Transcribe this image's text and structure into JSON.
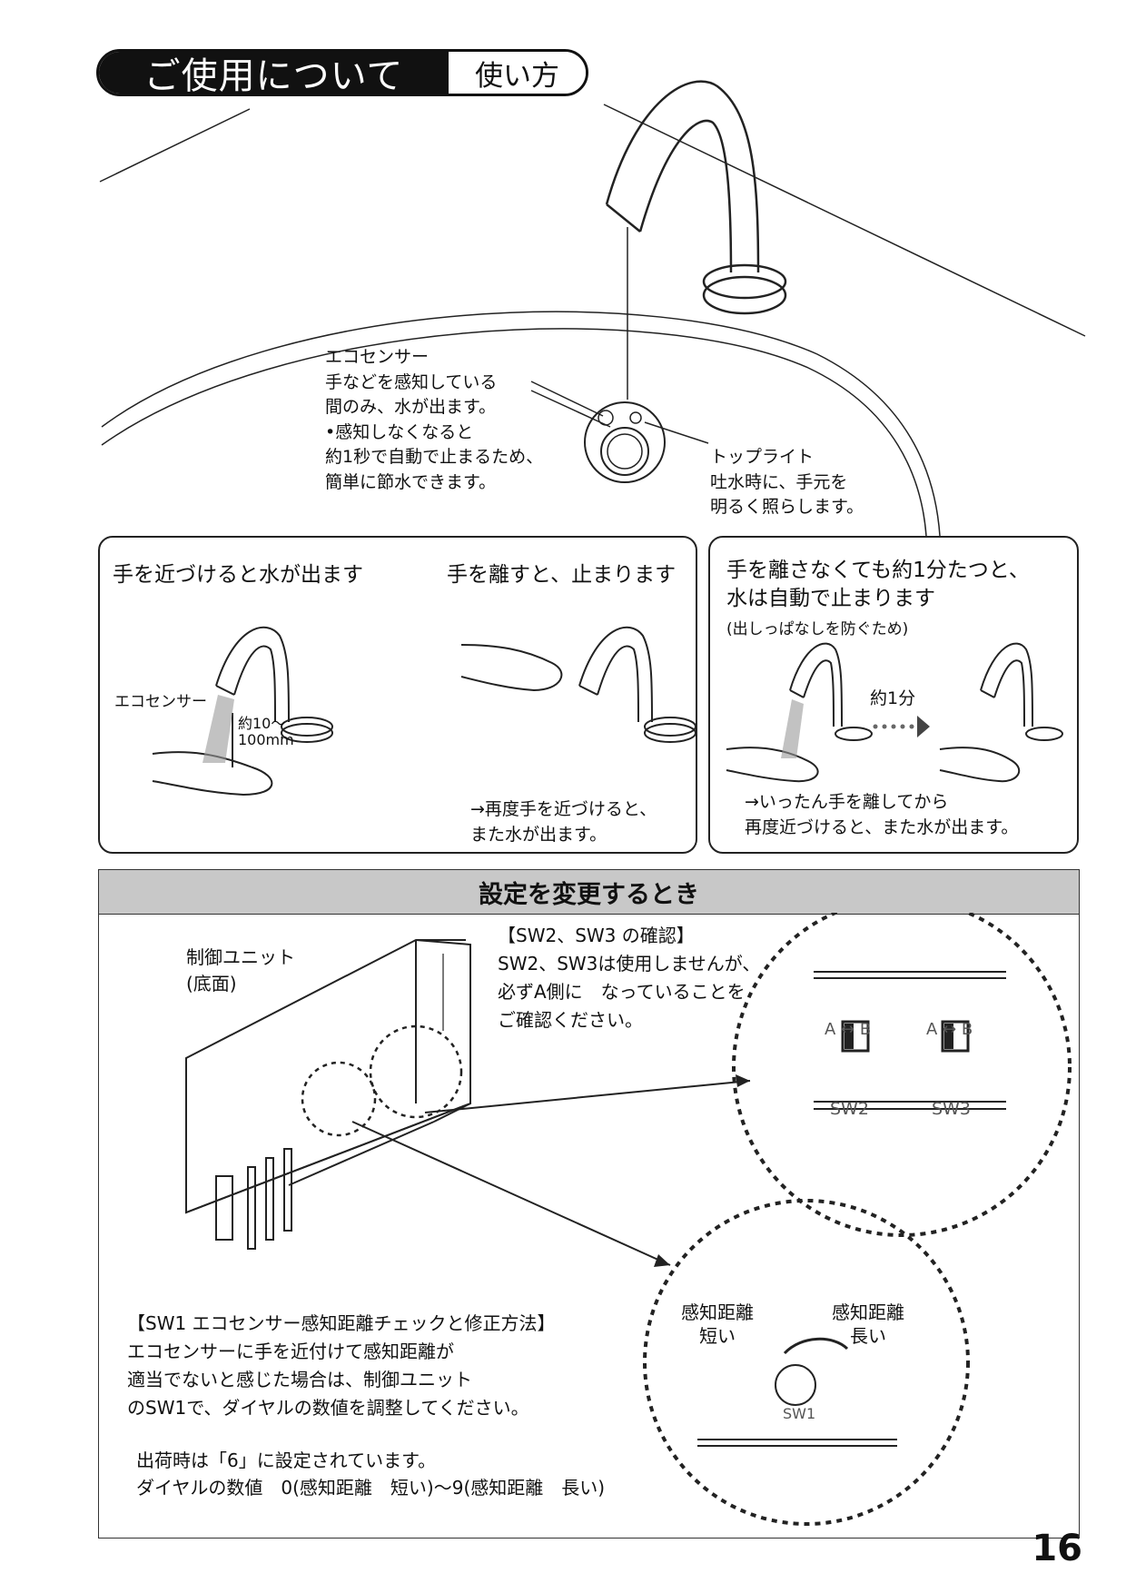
{
  "header": {
    "title": "ご使用について",
    "subtitle": "使い方"
  },
  "top_callouts": {
    "eco_sensor": "エコセンサー\n手などを感知している\n間のみ、水が出ます。\n•感知しなくなると\n 約1秒で自動で止まるため、\n 簡単に節水できます。",
    "top_light": "トップライト\n吐水時に、手元を\n明るく照らします。"
  },
  "panel_left": {
    "heading1": "手を近づけると水が出ます",
    "heading2": "手を離すと、止まります",
    "sensor_label": "エコセンサー",
    "distance_label": "約10～\n100mm",
    "note": "→再度手を近づけると、\n  また水が出ます。"
  },
  "panel_right": {
    "heading": "手を離さなくても約1分たつと、\n水は自動で止まります",
    "sub": "(出しっぱなしを防ぐため)",
    "arrow_label": "約1分",
    "note": "→いったん手を離してから\n  再度近づけると、また水が出ます。"
  },
  "settings": {
    "title": "設定を変更するとき",
    "unit_label": "制御ユニット\n(底面)",
    "sw23_text": "【SW2、SW3 の確認】\n SW2、SW3は使用しませんが、\n 必ずA側に　なっていることを\n ご確認ください。",
    "sw2_label": "SW2",
    "sw3_label": "SW3",
    "ab_label": "A ↔ B",
    "sw1_text": "【SW1 エコセンサー感知距離チェックと修正方法】\n エコセンサーに手を近付けて感知距離が\n 適当でないと感じた場合は、制御ユニット\n のSW1で、ダイヤルの数値を調整してください。",
    "factory_text": "出荷時は「6」に設定されています。",
    "dial_text": "     ダイヤルの数値　0(感知距離　短い)～9(感知距離　長い)",
    "dist_short": "感知距離\n短い",
    "dist_long": "感知距離\n長い",
    "sw1_label": "SW1"
  },
  "page_number": "16"
}
